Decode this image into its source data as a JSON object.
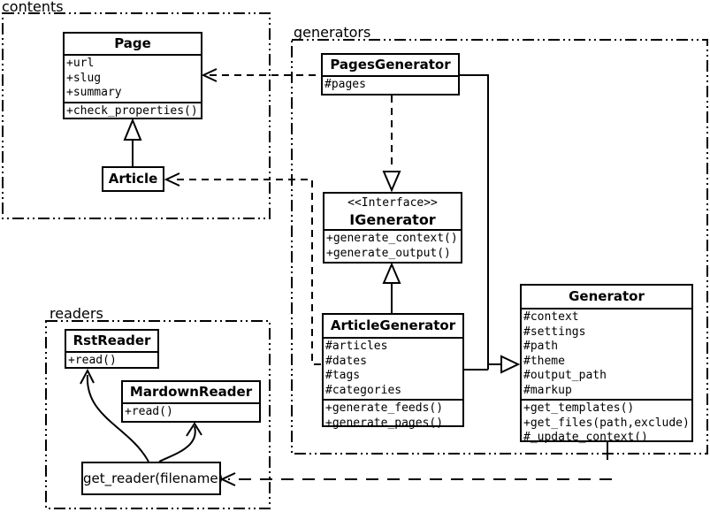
{
  "diagram": {
    "type": "uml-class-diagram",
    "colors": {
      "line": "#000000",
      "background": "#ffffff",
      "box_fill": "#ffffff"
    }
  },
  "packages": {
    "contents": {
      "label": "contents"
    },
    "generators": {
      "label": "generators"
    },
    "readers": {
      "label": "readers"
    }
  },
  "classes": {
    "page": {
      "name": "Page",
      "attributes": [
        "+url",
        "+slug",
        "+summary"
      ],
      "methods": [
        "+check_properties()"
      ]
    },
    "article": {
      "name": "Article"
    },
    "pages_generator": {
      "name": "PagesGenerator",
      "attributes": [
        "#pages"
      ]
    },
    "igenerator": {
      "stereotype": "<<Interface>>",
      "name": "IGenerator",
      "methods": [
        "+generate_context()",
        "+generate_output()"
      ]
    },
    "article_generator": {
      "name": "ArticleGenerator",
      "attributes": [
        "#articles",
        "#dates",
        "#tags",
        "#categories"
      ],
      "methods": [
        "+generate_feeds()",
        "+generate_pages()"
      ]
    },
    "generator": {
      "name": "Generator",
      "attributes": [
        "#context",
        "#settings",
        "#path",
        "#theme",
        "#output_path",
        "#markup"
      ],
      "methods": [
        "+get_templates()",
        "+get_files(path,exclude)",
        "#_update_context()"
      ]
    },
    "rst_reader": {
      "name": "RstReader",
      "methods": [
        "+read()"
      ]
    },
    "markdown_reader": {
      "name": "MardownReader",
      "methods": [
        "+read()"
      ]
    },
    "get_reader": {
      "label": "get_reader(filename)"
    }
  },
  "relationships": [
    {
      "from": "Article",
      "to": "Page",
      "type": "generalization",
      "style": "solid-hollow-triangle"
    },
    {
      "from": "PagesGenerator",
      "to": "Page",
      "type": "dependency",
      "style": "dashed-open-arrow"
    },
    {
      "from": "ArticleGenerator",
      "to": "Article",
      "type": "dependency",
      "style": "dashed-open-arrow"
    },
    {
      "from": "PagesGenerator",
      "to": "IGenerator",
      "type": "realization",
      "style": "dashed-hollow-triangle"
    },
    {
      "from": "ArticleGenerator",
      "to": "IGenerator",
      "type": "generalization",
      "style": "solid-hollow-triangle"
    },
    {
      "from": "PagesGenerator",
      "to": "Generator",
      "type": "generalization",
      "style": "solid-hollow-triangle"
    },
    {
      "from": "ArticleGenerator",
      "to": "Generator",
      "type": "generalization",
      "style": "solid-hollow-triangle"
    },
    {
      "from": "Generator",
      "to": "get_reader(filename)",
      "type": "dependency",
      "style": "dashed-open-arrow"
    },
    {
      "from": "get_reader(filename)",
      "to": "RstReader",
      "type": "call",
      "style": "curved-solid-arrow"
    },
    {
      "from": "get_reader(filename)",
      "to": "MardownReader",
      "type": "call",
      "style": "curved-solid-arrow"
    }
  ]
}
